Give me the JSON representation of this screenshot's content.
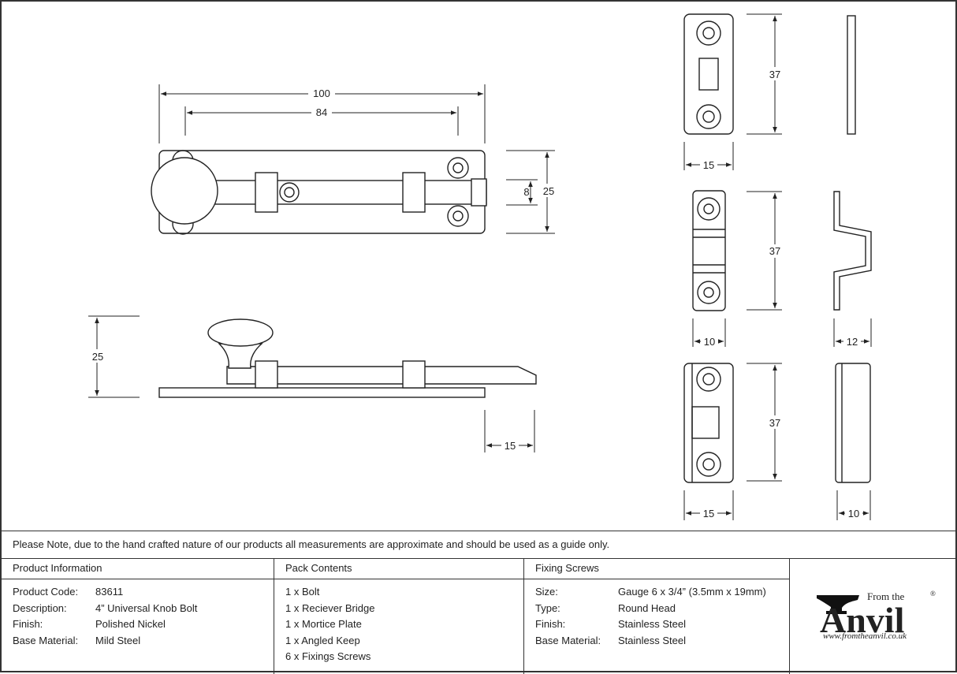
{
  "drawing": {
    "dimensions": {
      "overall_length": "100",
      "fixing_centres": "84",
      "bolt_width": "8",
      "plate_height": "25",
      "projection": "25",
      "bolt_throw": "15",
      "bridge_height": "37",
      "bridge_width": "15",
      "keep_height": "37",
      "keep_width": "10",
      "keep_depth": "12",
      "mortice_height": "37",
      "mortice_width": "15",
      "mortice_depth": "10"
    }
  },
  "note": "Please Note, due to the hand crafted nature of our products all measurements are approximate and should be used as a guide only.",
  "product_info": {
    "heading": "Product Information",
    "rows": [
      {
        "label": "Product Code:",
        "value": "83611"
      },
      {
        "label": "Description:",
        "value": "4” Universal Knob Bolt"
      },
      {
        "label": "Finish:",
        "value": "Polished Nickel"
      },
      {
        "label": "Base Material:",
        "value": "Mild Steel"
      }
    ]
  },
  "pack_contents": {
    "heading": "Pack Contents",
    "items": [
      "1 x Bolt",
      "1 x Reciever Bridge",
      "1 x Mortice Plate",
      "1 x Angled Keep",
      "6 x Fixings Screws"
    ]
  },
  "fixing_screws": {
    "heading": "Fixing Screws",
    "rows": [
      {
        "label": "Size:",
        "value": "Gauge 6 x 3/4” (3.5mm x 19mm)"
      },
      {
        "label": "Type:",
        "value": "Round Head"
      },
      {
        "label": "Finish:",
        "value": "Stainless Steel"
      },
      {
        "label": "Base Material:",
        "value": "Stainless Steel"
      }
    ]
  },
  "logo": {
    "from_the": "From the",
    "brand": "Anvil",
    "registered": "®",
    "url": "www.fromtheanvil.co.uk"
  }
}
